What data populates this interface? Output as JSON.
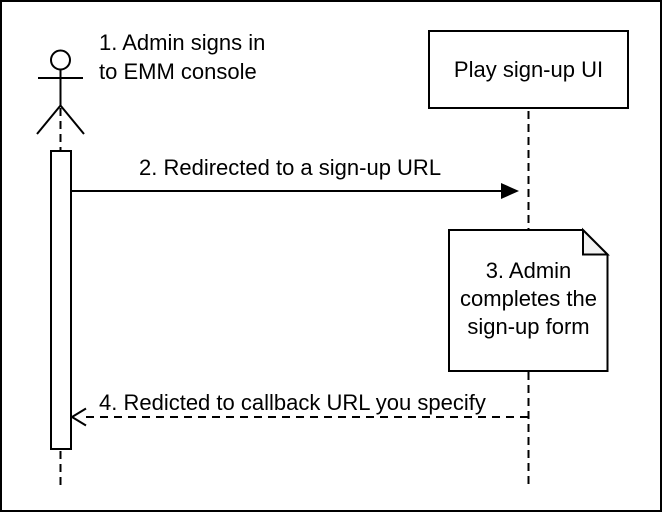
{
  "diagram": {
    "type": "sequence-diagram",
    "colors": {
      "stroke": "#000000",
      "background": "#ffffff",
      "note_fold_fill": "#f2f2f2"
    },
    "actor": {
      "label_lines": [
        "1. Admin signs in",
        "to EMM console"
      ]
    },
    "participant": {
      "label": "Play sign-up UI"
    },
    "messages": [
      {
        "label": "2. Redirected to a sign-up URL",
        "style": "solid",
        "direction": "right"
      },
      {
        "label": "4. Redicted to callback URL you specify",
        "style": "dashed",
        "direction": "left"
      }
    ],
    "note": {
      "lines": [
        "3. Admin",
        "completes the",
        "sign-up form"
      ]
    }
  }
}
